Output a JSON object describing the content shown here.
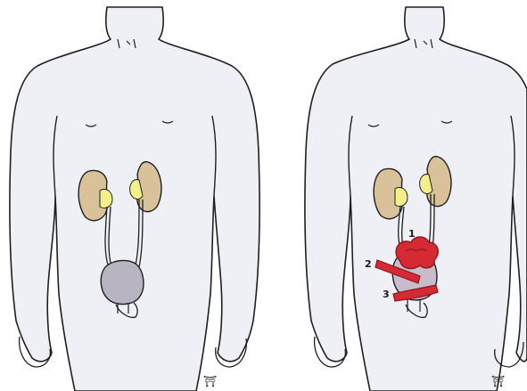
{
  "colors": {
    "skin_fill": "#eef0f6",
    "outline": "#1f1f1f",
    "kidney_cortex": "#d9c29a",
    "kidney_pelvis": "#f3ef8a",
    "ureter": "#d6d2b4",
    "bladder_normal": "#b9b4c2",
    "tumor_red": "#d42a33",
    "tumor_dark": "#8f1420"
  },
  "panels": [
    {
      "id": "normal",
      "label": ""
    },
    {
      "id": "pathology",
      "label": ""
    }
  ],
  "annotations": {
    "marker_1": "1",
    "marker_2": "2",
    "marker_3": "3"
  },
  "signature_left": "⛩",
  "signature_right": "⛩"
}
